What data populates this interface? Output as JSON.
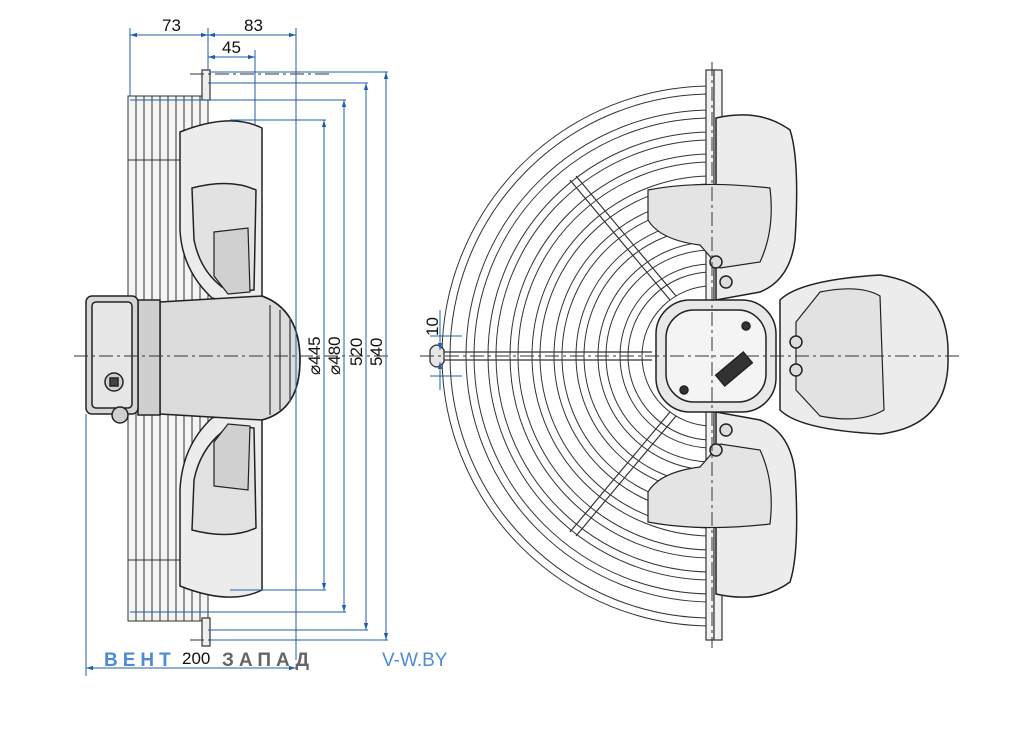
{
  "dimensions": {
    "top_width_a": "73",
    "top_width_b": "83",
    "top_width_c": "45",
    "diameter_445": "⌀445",
    "diameter_480": "⌀480",
    "diameter_520": "520",
    "diameter_540": "540",
    "bottom_depth": "200",
    "bracket_width": "10"
  },
  "watermark": {
    "brand_left": "ВЕНТ",
    "brand_right": "ЗАПАД",
    "url": "V-W.BY"
  },
  "colors": {
    "dimension_line": "#1f5fa8",
    "outline": "#222222",
    "blade_fill": "#ececec",
    "housing_fill": "#d9d9d9",
    "watermark_brand": "#3b7fd1",
    "watermark_dark": "#555555"
  }
}
